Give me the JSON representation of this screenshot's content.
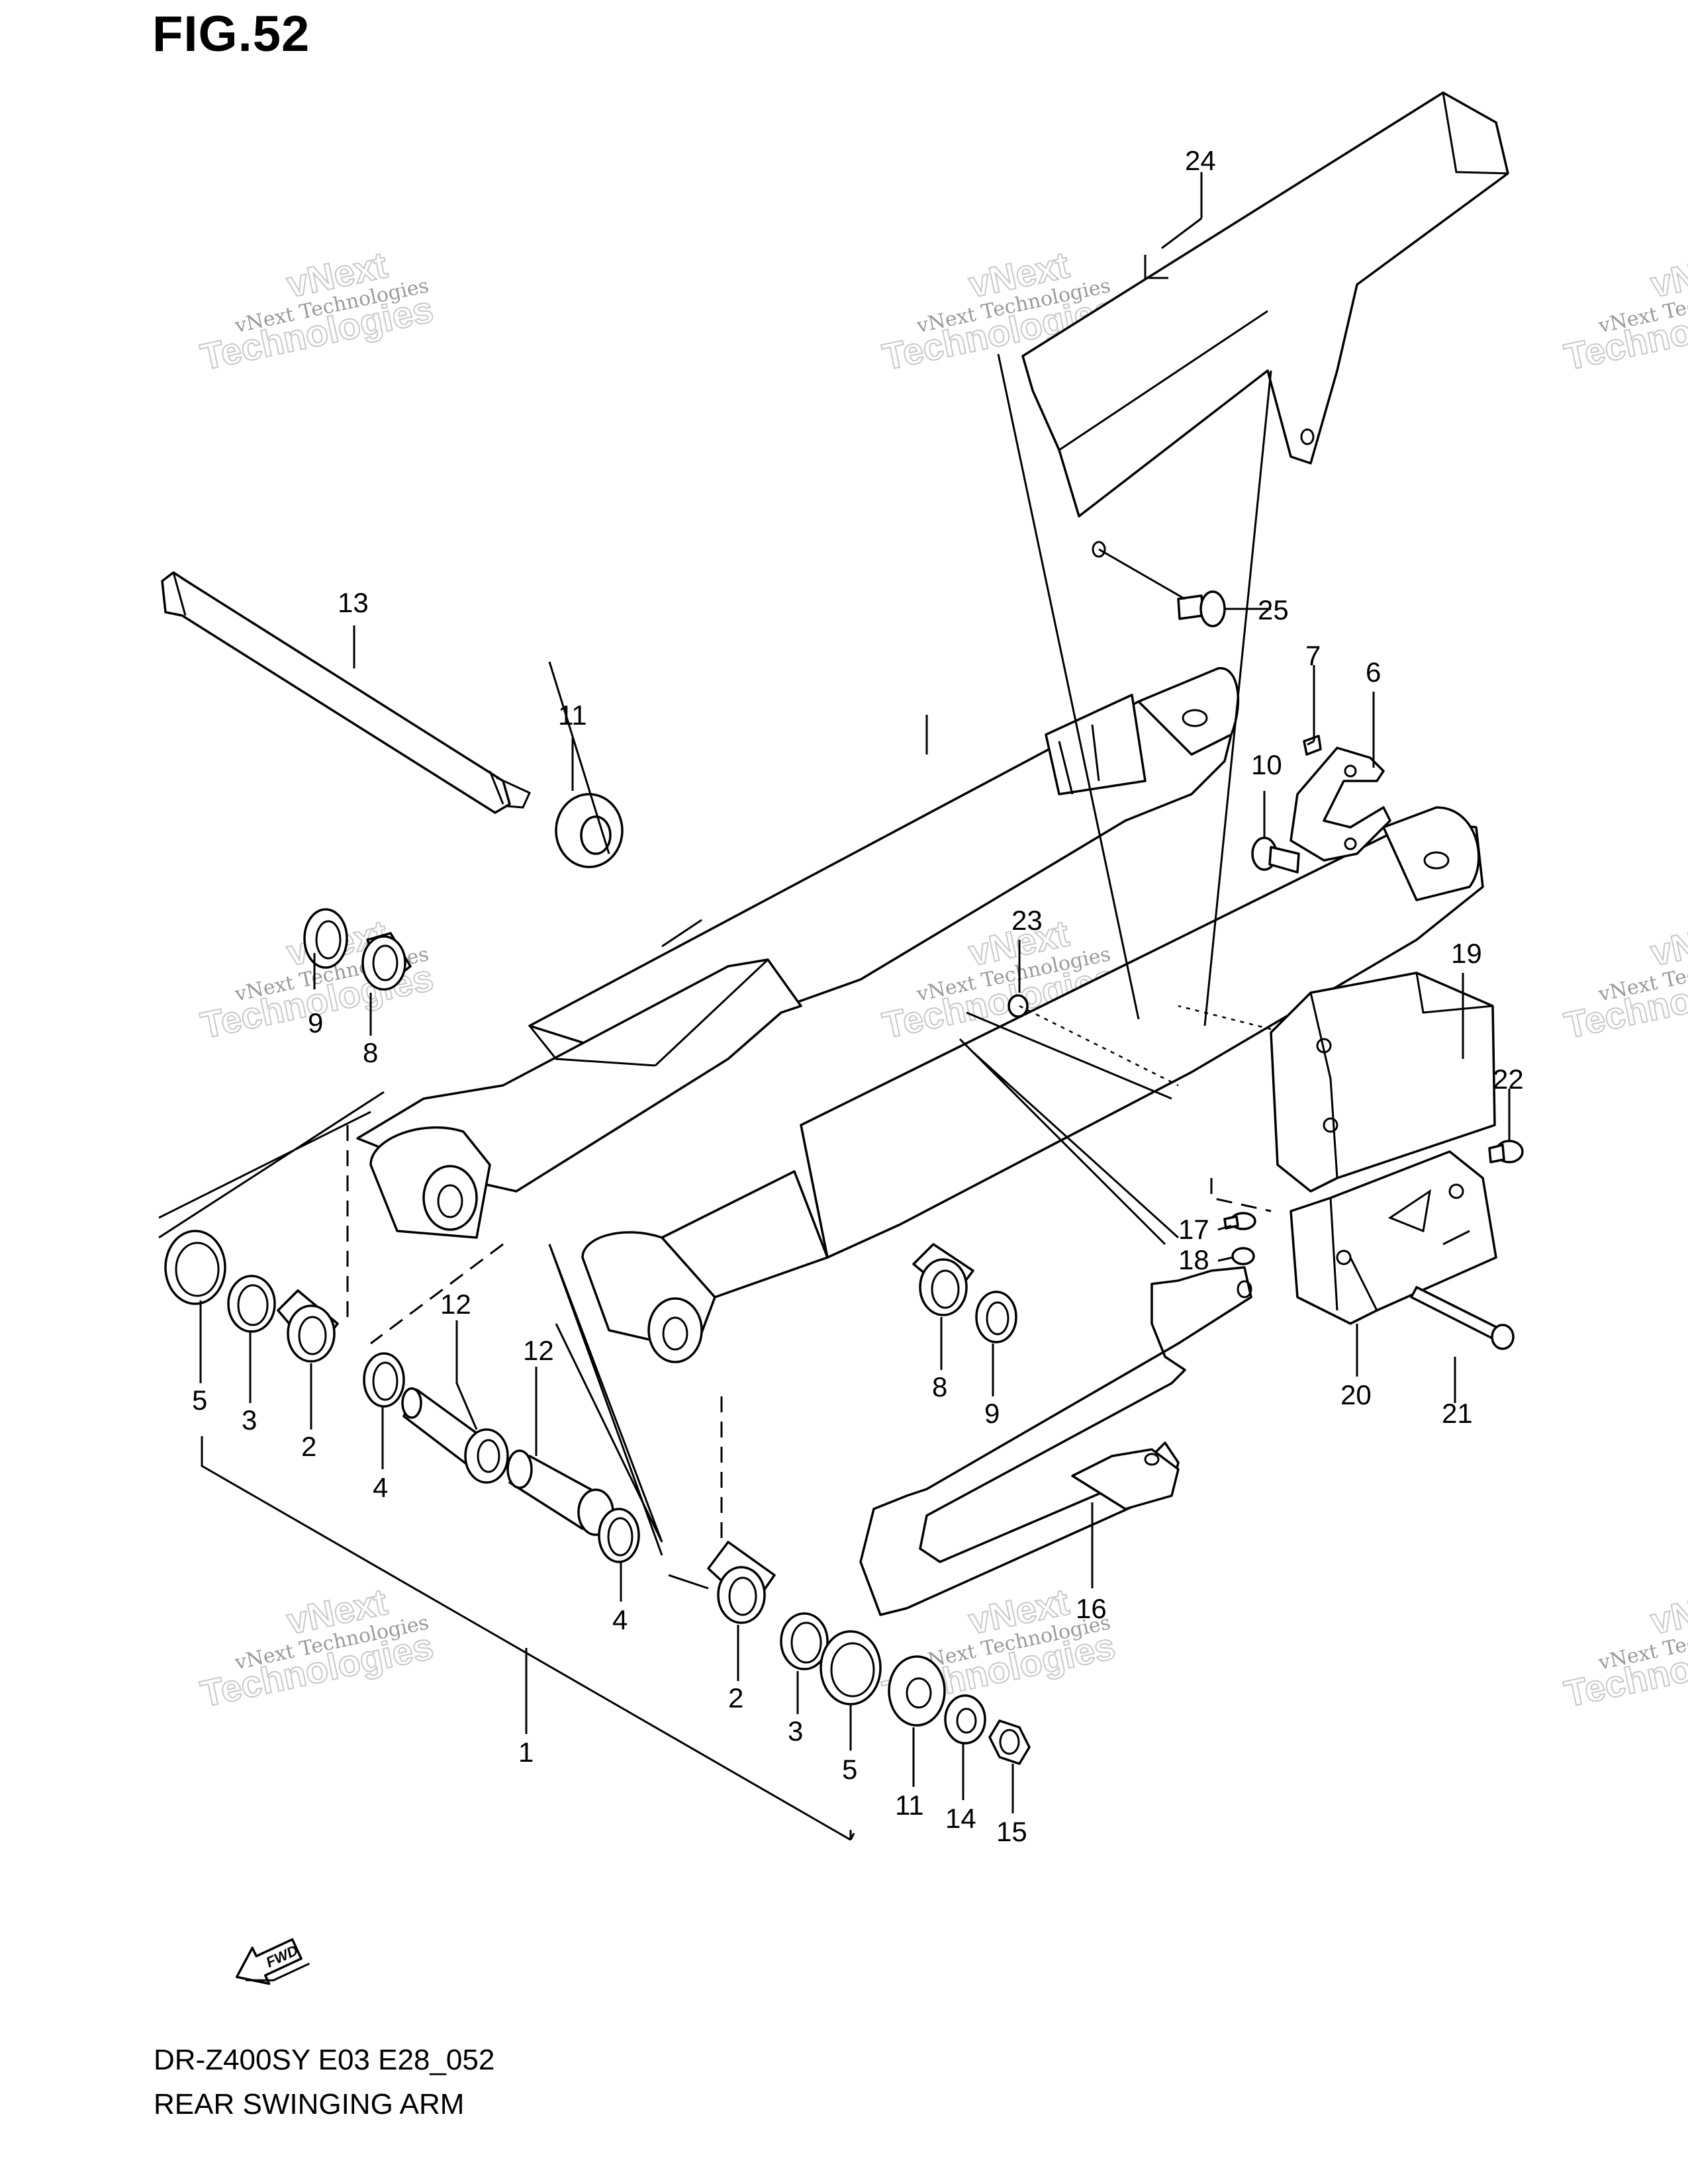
{
  "figure": {
    "title": "FIG.52",
    "model_code": "DR-Z400SY E03 E28_052",
    "name": "REAR SWINGING ARM"
  },
  "watermark": {
    "line1": "vNext Technologies",
    "line2": "vNext",
    "line3": "Technologies"
  },
  "fwd_label": "FWD",
  "callouts": [
    "24",
    "25",
    "13",
    "11",
    "7",
    "6",
    "10",
    "23",
    "19",
    "9",
    "8",
    "22",
    "17",
    "18",
    "12",
    "12",
    "5",
    "3",
    "2",
    "4",
    "8",
    "9",
    "20",
    "21",
    "4",
    "16",
    "2",
    "3",
    "5",
    "11",
    "14",
    "15",
    "1"
  ]
}
